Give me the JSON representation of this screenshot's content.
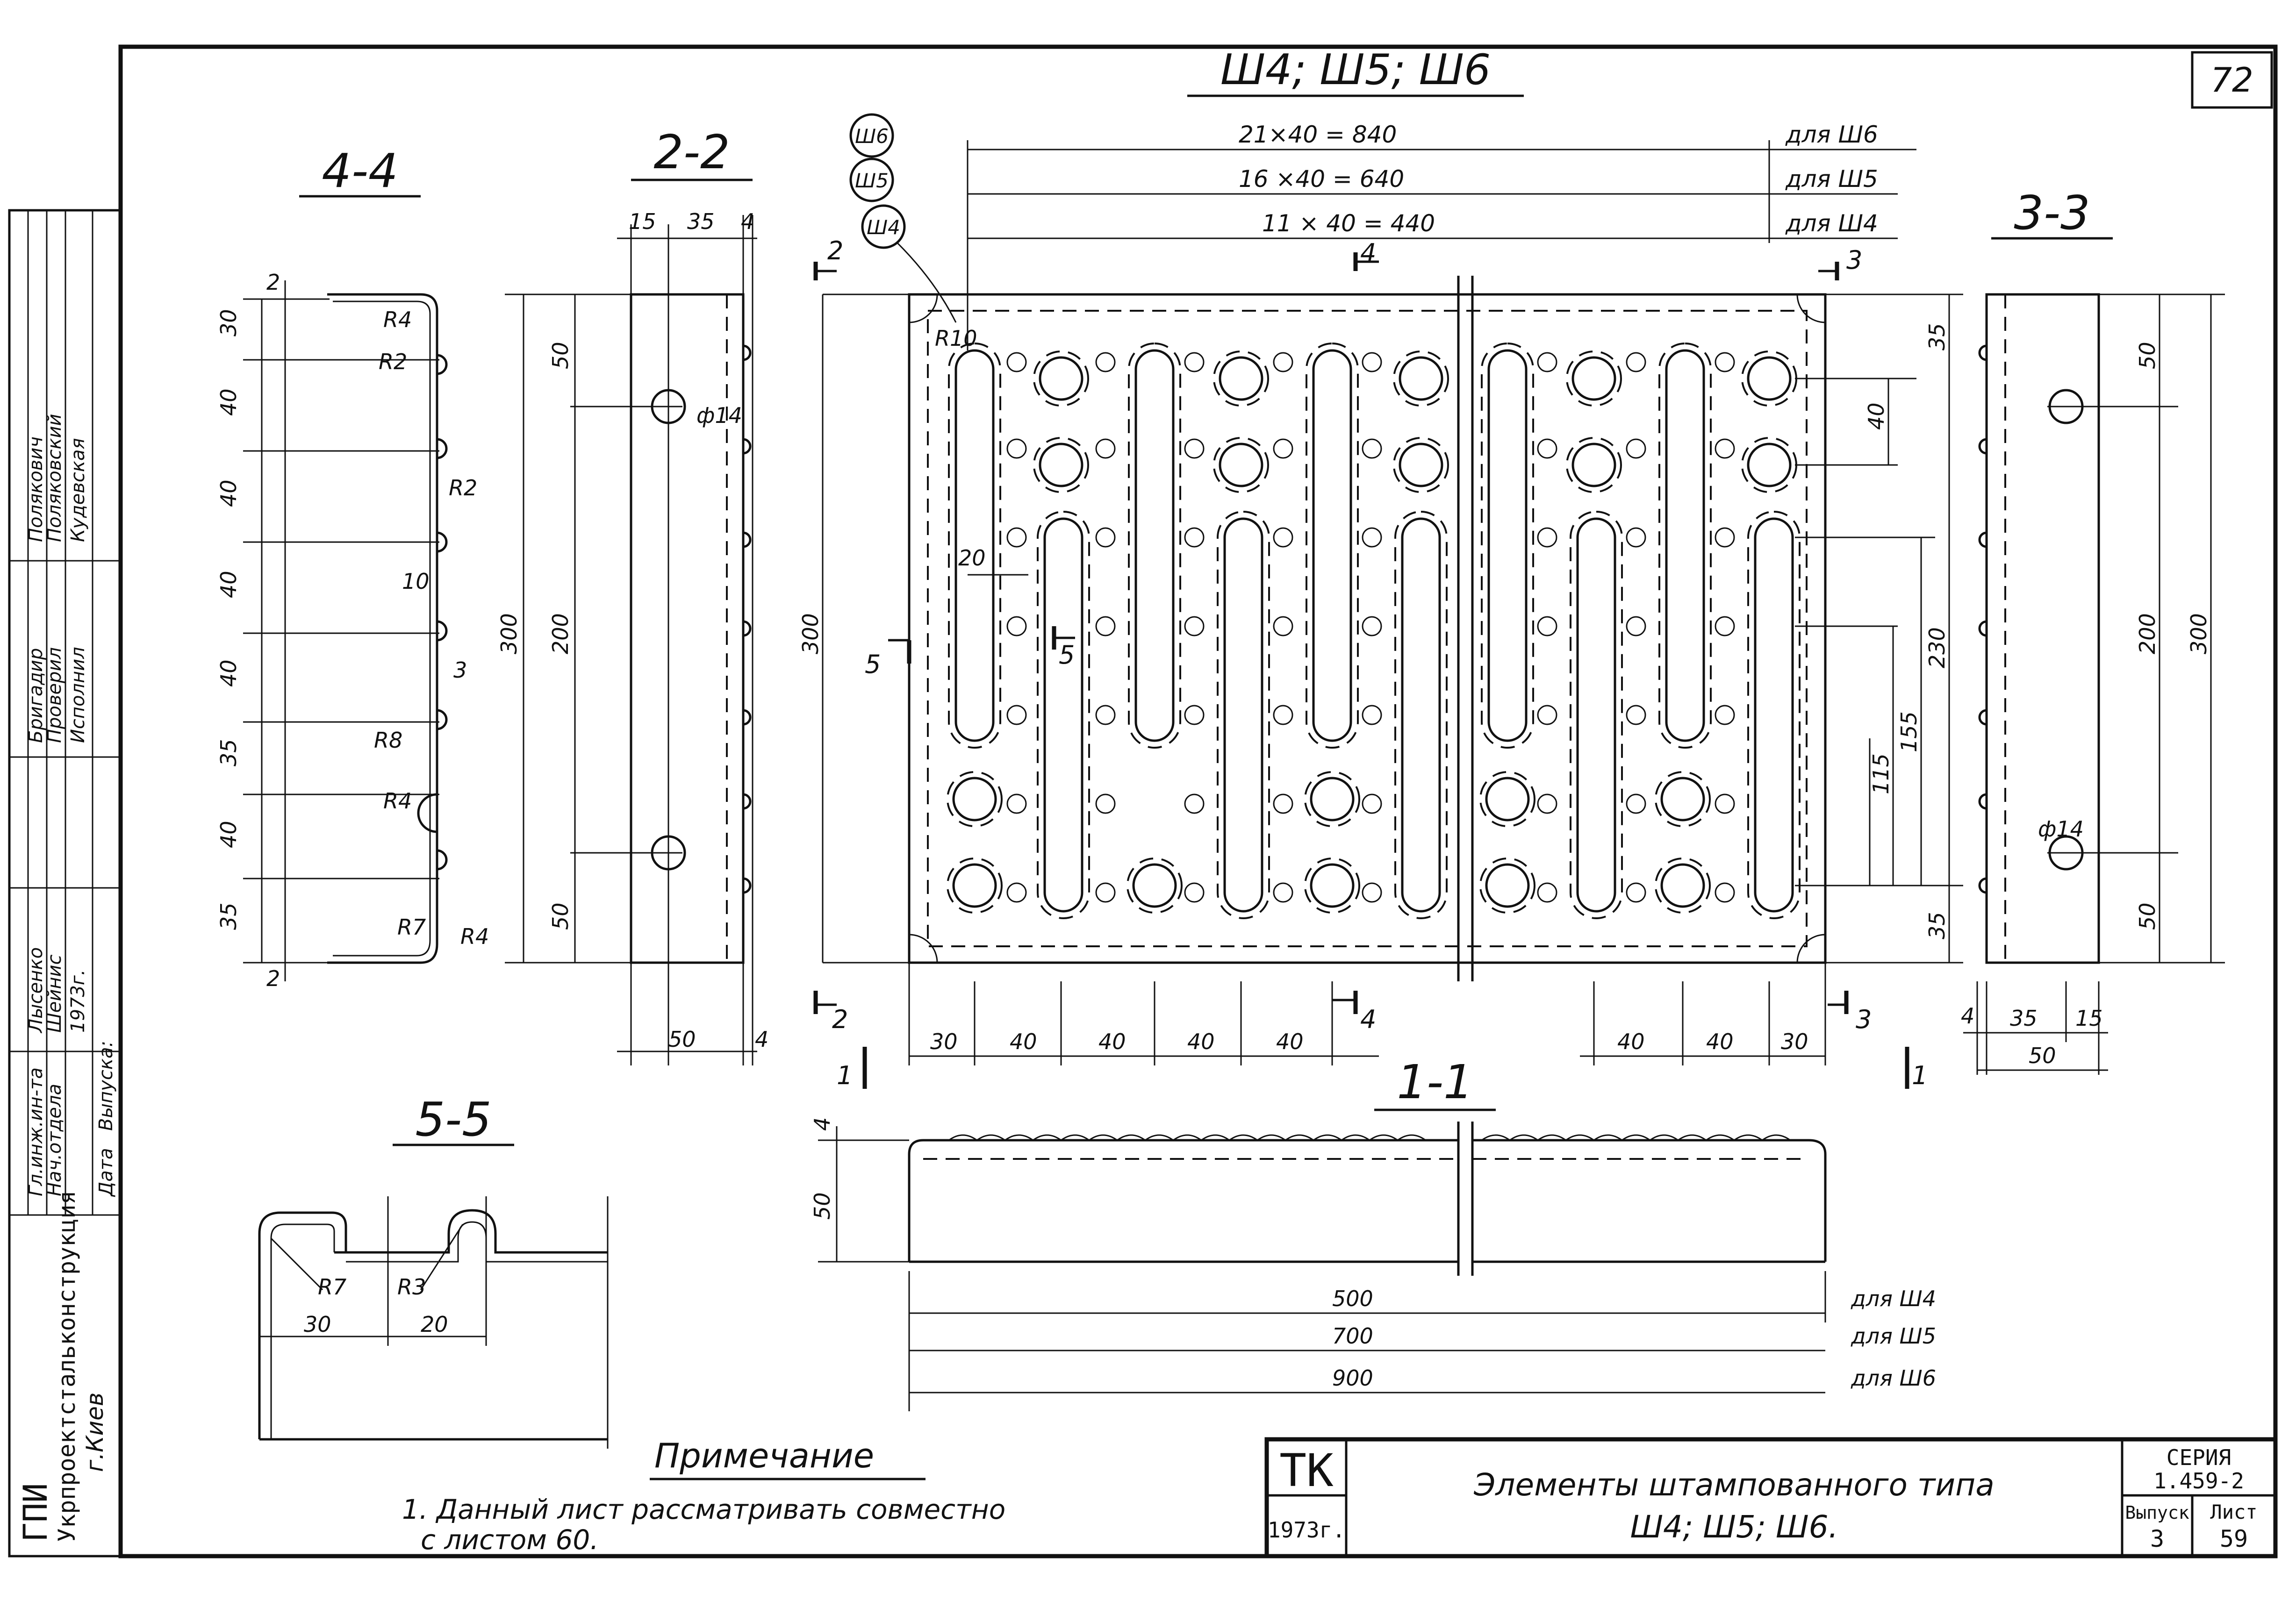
{
  "sheet": {
    "page_number": "72",
    "main_title": "Ш4; Ш5; Ш6",
    "section_4_4": "4-4",
    "section_2_2": "2-2",
    "section_3_3": "3-3",
    "section_5_5": "5-5",
    "section_1_1": "1-1"
  },
  "markers": {
    "sh6": "Ш6",
    "sh5": "Ш5",
    "sh4": "Ш4"
  },
  "top_dims": [
    {
      "text": "21×40 = 840",
      "for": "для Ш6"
    },
    {
      "text": "16 ×40 = 640",
      "for": "для Ш5"
    },
    {
      "text": "11 × 40 = 440",
      "for": "для Ш4"
    }
  ],
  "plan": {
    "r10": "R10",
    "d20": "20",
    "h300": "300",
    "d35a": "35",
    "d40": "40",
    "d230": "230",
    "d155": "155",
    "d115": "115",
    "d35b": "35",
    "cut2": "2",
    "cut3": "3",
    "cut4": "4",
    "cut5": "5",
    "cut1": "1",
    "bottom_dims": [
      "30",
      "40",
      "40",
      "40",
      "40"
    ],
    "bottom_dims_r": [
      "40",
      "40",
      "30"
    ]
  },
  "sec44": {
    "dims": [
      "30",
      "40",
      "40",
      "40",
      "40",
      "35",
      "40",
      "35"
    ],
    "d2a": "2",
    "d2b": "2",
    "r4a": "R4",
    "r2a": "R2",
    "r2b": "R2",
    "d10": "10",
    "d3": "3",
    "r8": "R8",
    "r4b": "R4",
    "r7": "R7",
    "r4c": "R4"
  },
  "sec22": {
    "d15": "15",
    "d35": "35",
    "d4": "4",
    "d50a": "50",
    "d200": "200",
    "d300": "300",
    "d50b": "50",
    "phi": "ф14",
    "d50w": "50",
    "d4b": "4"
  },
  "sec33": {
    "d50a": "50",
    "d200": "200",
    "d300": "300",
    "d50b": "50",
    "phi": "ф14",
    "d4": "4",
    "d35": "35",
    "d15": "15",
    "d50w": "50"
  },
  "sec55": {
    "r7": "R7",
    "r3": "R3",
    "d30": "30",
    "d20": "20"
  },
  "sec11": {
    "d4": "4",
    "d50": "50",
    "lengths": [
      {
        "text": "500",
        "for": "для Ш4"
      },
      {
        "text": "700",
        "for": "для Ш5"
      },
      {
        "text": "900",
        "for": "для Ш6"
      }
    ]
  },
  "note": {
    "heading": "Примечание",
    "line1": "1. Данный лист рассматривать совместно",
    "line2": "с листом 60."
  },
  "stamp": {
    "org_code": "ТК",
    "year": "1973г.",
    "title_line1": "Элементы штампованного типа",
    "title_line2": "Ш4; Ш5; Ш6.",
    "series_label": "СЕРИЯ",
    "series": "1.459-2",
    "issue_label": "Выпуск",
    "issue": "3",
    "sheet_label": "Лист",
    "sheet": "59"
  },
  "side_block": {
    "org1": "ГПИ",
    "org2": "Укрпроектстальконструкция",
    "city": "г.Киев",
    "roles": [
      "Гл.инж.ин-та",
      "Нач.отдела",
      "Бригадир",
      "Проверил",
      "Исполнил"
    ],
    "names": [
      "Лысенко",
      "Шейнис",
      "Полякович",
      "Поляковский",
      "Кудевская"
    ],
    "year": "1973г.",
    "date_label": "Дата",
    "issue_label": "Выпуска:"
  }
}
